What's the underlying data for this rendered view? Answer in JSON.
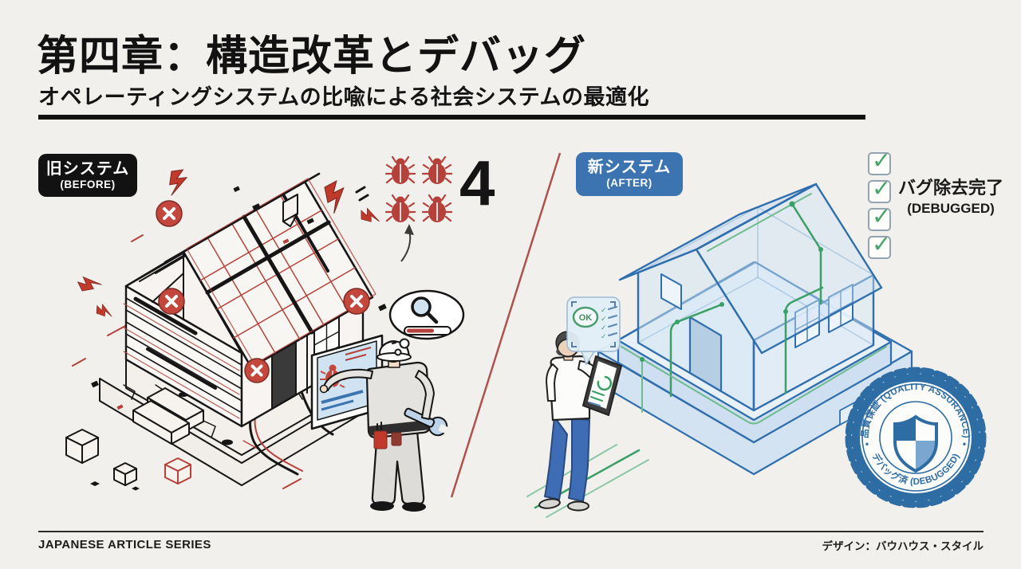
{
  "header": {
    "title": "第四章：構造改革とデバッグ",
    "subtitle": "オペレーティングシステムの比喩による社会システムの最適化"
  },
  "before": {
    "badge_ja": "旧システム",
    "badge_en": "(BEFORE)",
    "bug_count": "4"
  },
  "after": {
    "badge_ja": "新システム",
    "badge_en": "(AFTER)",
    "ok_label": "OK",
    "done_ja": "バグ除去完了",
    "done_en": "(DEBUGGED)"
  },
  "seal": {
    "arc_top": "品質保証 (QUALITY ASSURANCE)",
    "arc_bottom": "デバッグ済 (DEBUGGED)",
    "dot": "•"
  },
  "footer": {
    "left": "JAPANESE ARTICLE SERIES",
    "right": "デザイン：バウハウス・スタイル"
  },
  "icons": {
    "checkmark": "✓"
  },
  "colors": {
    "background": "#f1f0ed",
    "ink": "#141414",
    "red": "#b5413a",
    "blue_badge": "#3b74b0",
    "seal_blue": "#2e6da4",
    "green": "#3aa065",
    "check_green": "#47a469"
  }
}
